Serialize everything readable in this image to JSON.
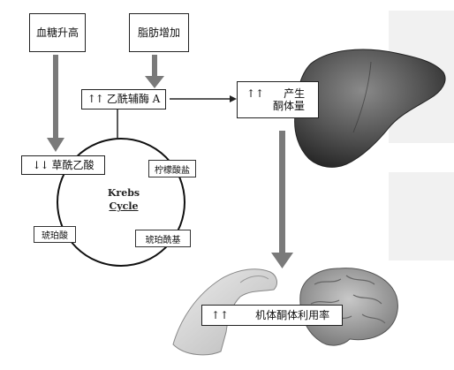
{
  "nodes": {
    "blood_sugar": "血糖升高",
    "fat_increase": "脂肪增加",
    "acetyl_coa": {
      "arrows": "↑↑",
      "text": "乙酰辅酶 A"
    },
    "ketone_production": {
      "arrows": "↑↑",
      "line1": "产生",
      "line2": "酮体量"
    },
    "oxaloacetate": {
      "arrows": "↓↓",
      "text": "草酰乙酸"
    },
    "citrate": "柠檬酸盐",
    "succinate": "琥珀酸",
    "succinyl": "琥珀酰基",
    "krebs": {
      "line1": "Krebs",
      "line2": "Cycle"
    },
    "ketone_utilization": {
      "arrows": "↑↑",
      "text": "机体酮体利用率"
    }
  },
  "colors": {
    "arrow": "#7a7a7a",
    "line": "#222222",
    "liver_dark": "#3a3a3a",
    "liver_mid": "#6b6b6b",
    "brain": "#9a9a9a",
    "arm": "#d0d0d0"
  },
  "icons": [
    "liver-image",
    "brain-image",
    "flexed-arm-image"
  ]
}
